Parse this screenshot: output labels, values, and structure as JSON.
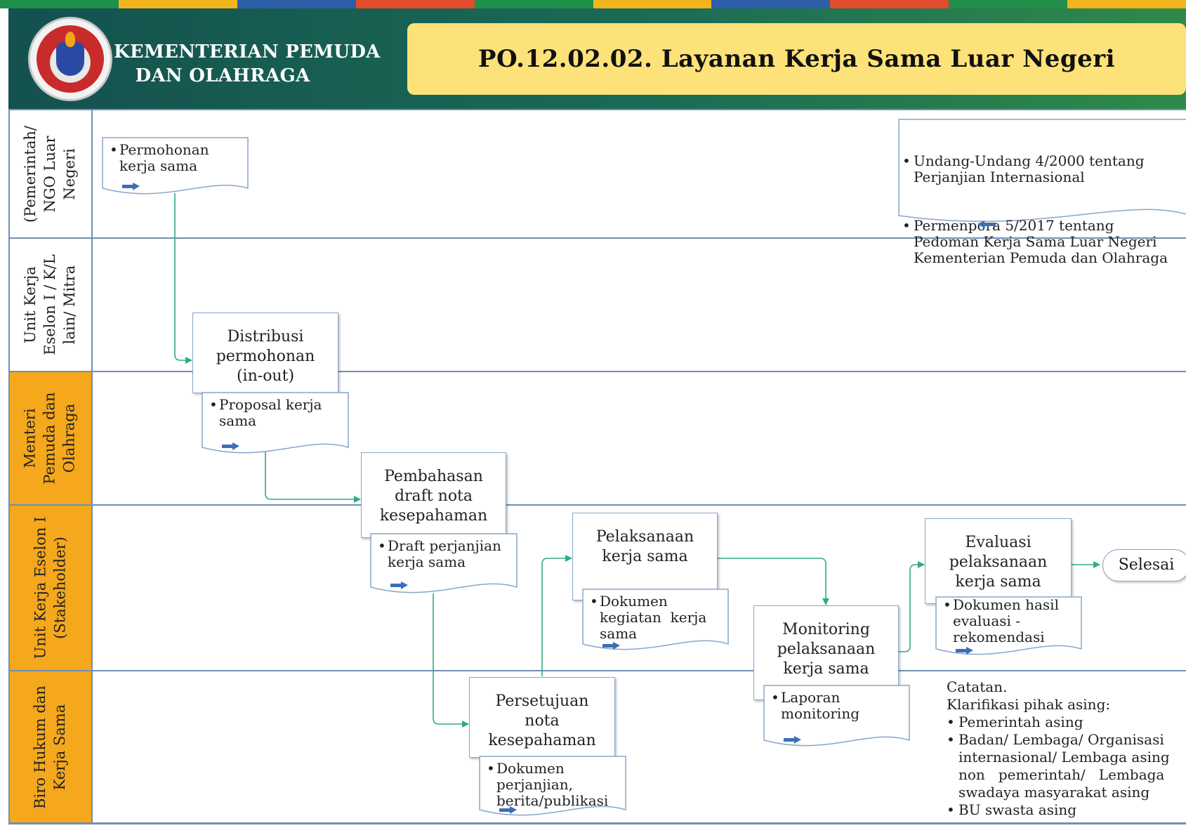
{
  "header": {
    "org_name": "KEMENTERIAN PEMUDA\nDAN OLAHRAGA",
    "title": "PO.12.02.02.  Layanan Kerja Sama Luar Negeri",
    "logo": "kemenpora-logo"
  },
  "lanes": [
    {
      "label": "(Pemerintah/\nNGO Luar\nNegeri"
    },
    {
      "label": "Unit Kerja\nEselon I / K/L\nlain/ Mitra"
    },
    {
      "label": "Menteri\nPemuda dan\nOlahraga"
    },
    {
      "label": "Unit Kerja Eselon I\n(Stakeholder)"
    },
    {
      "label": "Biro Hukum dan\nKerja Sama"
    }
  ],
  "processes": {
    "distribusi": "Distribusi\npermohonan\n(in-out)",
    "pembahasan": "Pembahasan\ndraft nota\nkesepahaman",
    "persetujuan": "Persetujuan\nnota\nkesepahaman",
    "pelaksanaan": "Pelaksanaan\nkerja sama",
    "monitoring": "Monitoring\npelaksanaan\nkerja sama",
    "evaluasi": "Evaluasi\npelaksanaan\nkerja sama",
    "end": "Selesai"
  },
  "documents": {
    "permohonan": "Permohonan\nkerja sama",
    "regulasi_1": "Undang-Undang 4/2000 tentang\nPerjanjian Internasional",
    "regulasi_2": "Permenpora 5/2017 tentang\nPedoman Kerja Sama Luar Negeri\nKementerian Pemuda dan Olahraga",
    "proposal": "Proposal kerja\nsama",
    "draft": "Draft perjanjian\nkerja sama",
    "dokumen_perjanjian": "Dokumen\nperjanjian,\nberita/publikasi",
    "dokumen_kegiatan": "Dokumen\nkegiatan  kerja\nsama",
    "laporan": "Laporan\nmonitoring",
    "dokumen_evaluasi": "Dokumen hasil\nevaluasi -\nrekomendasi"
  },
  "note": {
    "title": "Catatan.",
    "subtitle": "Klarifikasi pihak asing:",
    "items": [
      "Pemerintah asing",
      "Badan/ Lembaga/ Organisasi\ninternasional/ Lembaga asing\nnon   pemerintah/   Lembaga\nswadaya masyarakat asing",
      "BU swasta asing"
    ]
  },
  "colors": {
    "header_bg": "#1b6b55",
    "title_bg": "#fde27a",
    "lane_highlight": "#f5a81b",
    "connector": "#2fae7a",
    "doc_arrow": "#3d6fb5",
    "border": "#6f8fb3"
  }
}
